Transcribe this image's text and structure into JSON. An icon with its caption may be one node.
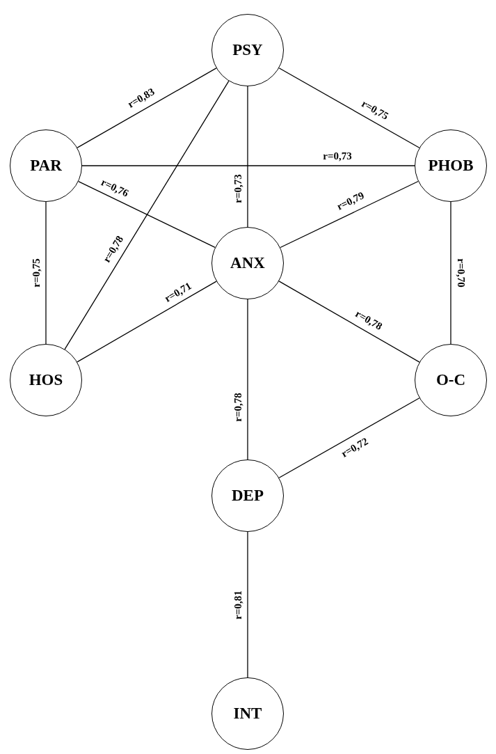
{
  "diagram": {
    "nodes": [
      {
        "text": [
          "PSY"
        ]
      },
      {
        "text": [
          "PAR"
        ]
      },
      {
        "text": [
          "PHOB"
        ]
      },
      {
        "text": [
          "ANX"
        ]
      },
      {
        "text": [
          "HOS"
        ]
      },
      {
        "text": [
          "O-C"
        ]
      },
      {
        "text": [
          "DEP"
        ]
      },
      {
        "text": [
          "INT"
        ]
      }
    ],
    "edges": [
      {
        "from": 0,
        "to": 1,
        "arrow": "none",
        "label": "r=0,83"
      },
      {
        "from": 0,
        "to": 2,
        "arrow": "none",
        "label": "r=0,75"
      },
      {
        "from": 0,
        "to": 3,
        "arrow": "none",
        "label": "r=0,73"
      },
      {
        "from": 0,
        "to": 4,
        "arrow": "none",
        "label": "r=0,78"
      },
      {
        "from": 1,
        "to": 2,
        "arrow": "none",
        "label": "r=0,73"
      },
      {
        "from": 1,
        "to": 3,
        "arrow": "none",
        "label": "r=0,76"
      },
      {
        "from": 1,
        "to": 4,
        "arrow": "none",
        "label": "r=0,75"
      },
      {
        "from": 2,
        "to": 3,
        "arrow": "none",
        "label": "r=0,79"
      },
      {
        "from": 2,
        "to": 5,
        "arrow": "none",
        "label": "r=0,70"
      },
      {
        "from": 3,
        "to": 4,
        "arrow": "none",
        "label": "r=0,71"
      },
      {
        "from": 3,
        "to": 5,
        "arrow": "none",
        "label": "r=0,78"
      },
      {
        "from": 3,
        "to": 6,
        "arrow": "none",
        "label": "r=0,78"
      },
      {
        "from": 5,
        "to": 6,
        "arrow": "none",
        "label": "r=0,72"
      },
      {
        "from": 6,
        "to": 7,
        "arrow": "none",
        "label": "r=0,81"
      }
    ]
  }
}
